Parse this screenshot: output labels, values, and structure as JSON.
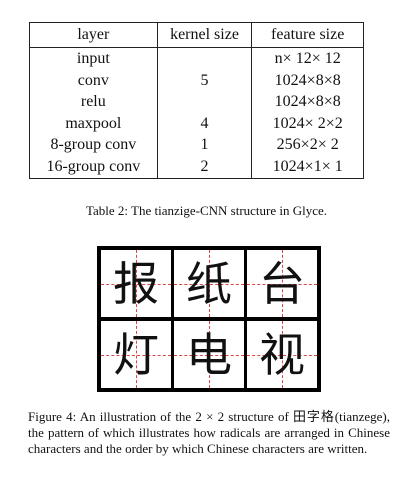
{
  "table": {
    "headers": [
      "layer",
      "kernel size",
      "feature size"
    ],
    "rows": [
      [
        "input",
        "",
        "n× 12× 12"
      ],
      [
        "conv",
        "5",
        "1024×8×8"
      ],
      [
        "relu",
        "",
        "1024×8×8"
      ],
      [
        "maxpool",
        "4",
        "1024× 2×2"
      ],
      [
        "8-group conv",
        "1",
        "256×2× 2"
      ],
      [
        "16-group conv",
        "2",
        "1024×1× 1"
      ]
    ],
    "caption": "Table 2: The tianzige-CNN structure in Glyce."
  },
  "figure": {
    "characters": [
      "报",
      "纸",
      "台",
      "灯",
      "电",
      "视"
    ],
    "caption": "Figure 4: An illustration of the 2 × 2 structure of 田字格(tianzege), the pattern of which illustrates how radicals are arranged in Chinese characters and the order by which Chinese characters are written.",
    "guide_line_color": "#dd4444"
  }
}
